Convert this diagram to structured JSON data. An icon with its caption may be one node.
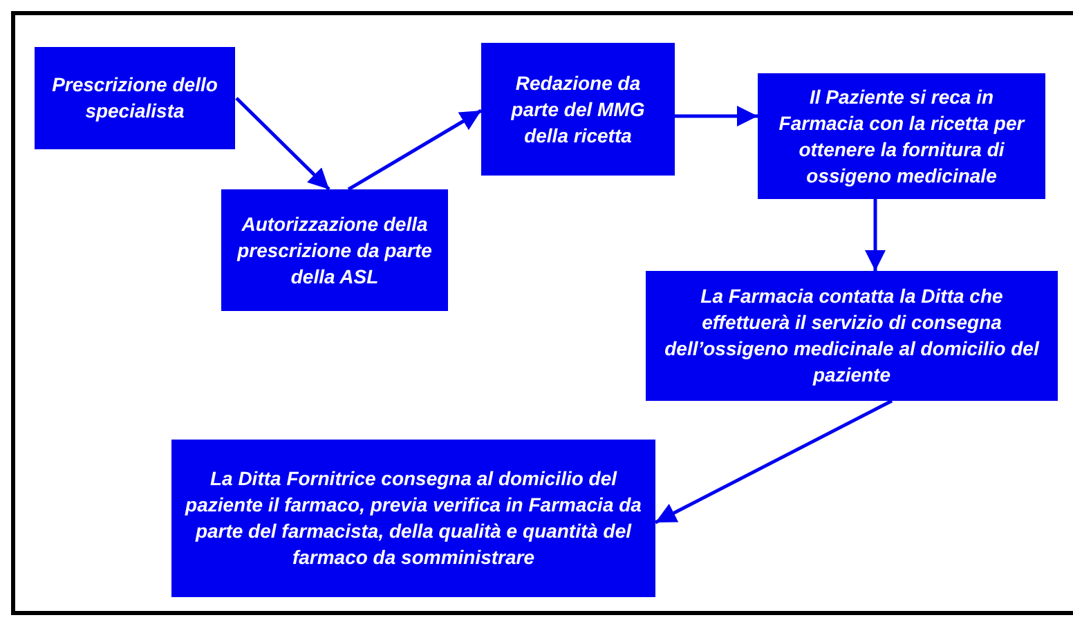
{
  "diagram": {
    "nodes": [
      {
        "text": [
          "Prescrizione dello specialista"
        ]
      },
      {
        "text": [
          "Autorizzazione della prescrizione da parte della ASL"
        ]
      },
      {
        "text": [
          "Redazione da parte del MMG della ricetta"
        ]
      },
      {
        "text": [
          "Il Paziente si reca in Farmacia con la ricetta per ottenere la fornitura di ossigeno medicinale"
        ]
      },
      {
        "text": [
          "La Farmacia contatta la Ditta che effettuerà il servizio di consegna dell’ossigeno medicinale al domicilio del paziente"
        ]
      },
      {
        "text": [
          "La Ditta Fornitrice consegna al domicilio del paziente il farmaco, previa verifica in Farmacia da parte del farmacista, della qualità e quantità del farmaco da somministrare"
        ]
      }
    ],
    "edges": [
      {
        "from": 0,
        "to": 1,
        "arrow": "to"
      },
      {
        "from": 1,
        "to": 2,
        "arrow": "to"
      },
      {
        "from": 2,
        "to": 3,
        "arrow": "to"
      },
      {
        "from": 3,
        "to": 4,
        "arrow": "to"
      },
      {
        "from": 4,
        "to": 5,
        "arrow": "to"
      }
    ]
  }
}
